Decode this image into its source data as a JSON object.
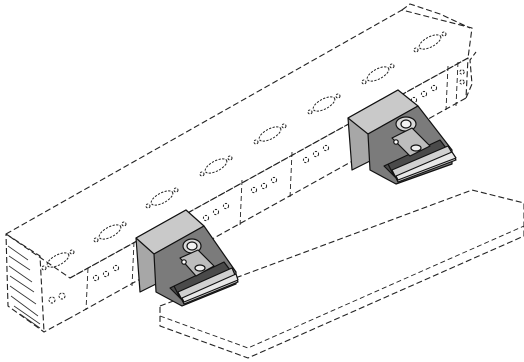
{
  "colors": {
    "line": "#222222",
    "bracket_front": "#7b7b7b",
    "bracket_side": "#a7a7a7",
    "bracket_top": "#c9c9c9",
    "bracket_dark": "#4a4a4a",
    "plate": "#e6e6e6",
    "background": "#ffffff"
  },
  "parts": {
    "beam": "dashed-extrusion",
    "brackets": [
      "clamp-bracket",
      "clamp-bracket"
    ],
    "plate": "base-plate"
  }
}
